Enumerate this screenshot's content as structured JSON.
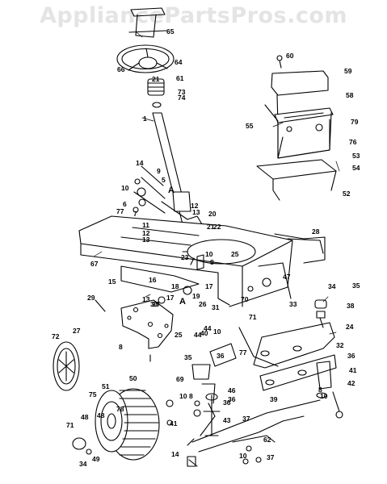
{
  "watermark": "AppliancePartsPros.com",
  "diagram": {
    "callouts": [
      "65",
      "64",
      "66",
      "21",
      "61",
      "73",
      "74",
      "1",
      "60",
      "59",
      "58",
      "79",
      "55",
      "76",
      "53",
      "54",
      "52",
      "14",
      "9",
      "5",
      "10",
      "A",
      "6",
      "77",
      "7",
      "12",
      "13",
      "20",
      "21",
      "22",
      "11",
      "12",
      "13",
      "67",
      "15",
      "28",
      "23",
      "10",
      "8",
      "25",
      "47",
      "16",
      "18",
      "17",
      "13",
      "17",
      "19",
      "29",
      "A",
      "26",
      "31",
      "33",
      "34",
      "35",
      "38",
      "24",
      "29",
      "30",
      "44",
      "40",
      "70",
      "71",
      "72",
      "27",
      "25",
      "8",
      "44",
      "10",
      "77",
      "36",
      "35",
      "32",
      "36",
      "41",
      "42",
      "69",
      "46",
      "36",
      "39",
      "50",
      "75",
      "51",
      "48",
      "78",
      "10",
      "8",
      "36",
      "41",
      "43",
      "8",
      "10",
      "71",
      "48",
      "34",
      "49",
      "14",
      "37",
      "10",
      "62",
      "37"
    ]
  }
}
